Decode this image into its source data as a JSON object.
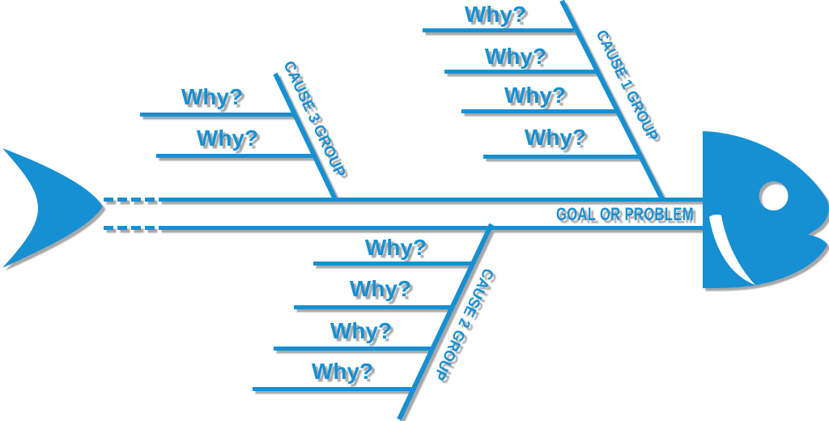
{
  "diagram": {
    "type": "fishbone-ishikawa",
    "spine_label": "GOAL OR PROBLEM",
    "groups": [
      {
        "id": "cause-1",
        "label": "CAUSE 1 GROUP",
        "position": "top-right",
        "whys": [
          "Why?",
          "Why?",
          "Why?",
          "Why?"
        ]
      },
      {
        "id": "cause-2",
        "label": "CAUSE 2 GROUP",
        "position": "bottom",
        "whys": [
          "Why?",
          "Why?",
          "Why?",
          "Why?"
        ]
      },
      {
        "id": "cause-3",
        "label": "CAUSE 3 GROUP",
        "position": "top-left",
        "whys": [
          "Why?",
          "Why?"
        ]
      }
    ],
    "colors": {
      "primary_blue": "#1790D2",
      "shadow_gray": "#5F5F5F",
      "background": "#FFFFFF",
      "cutout_white": "#FFFFFF"
    }
  }
}
